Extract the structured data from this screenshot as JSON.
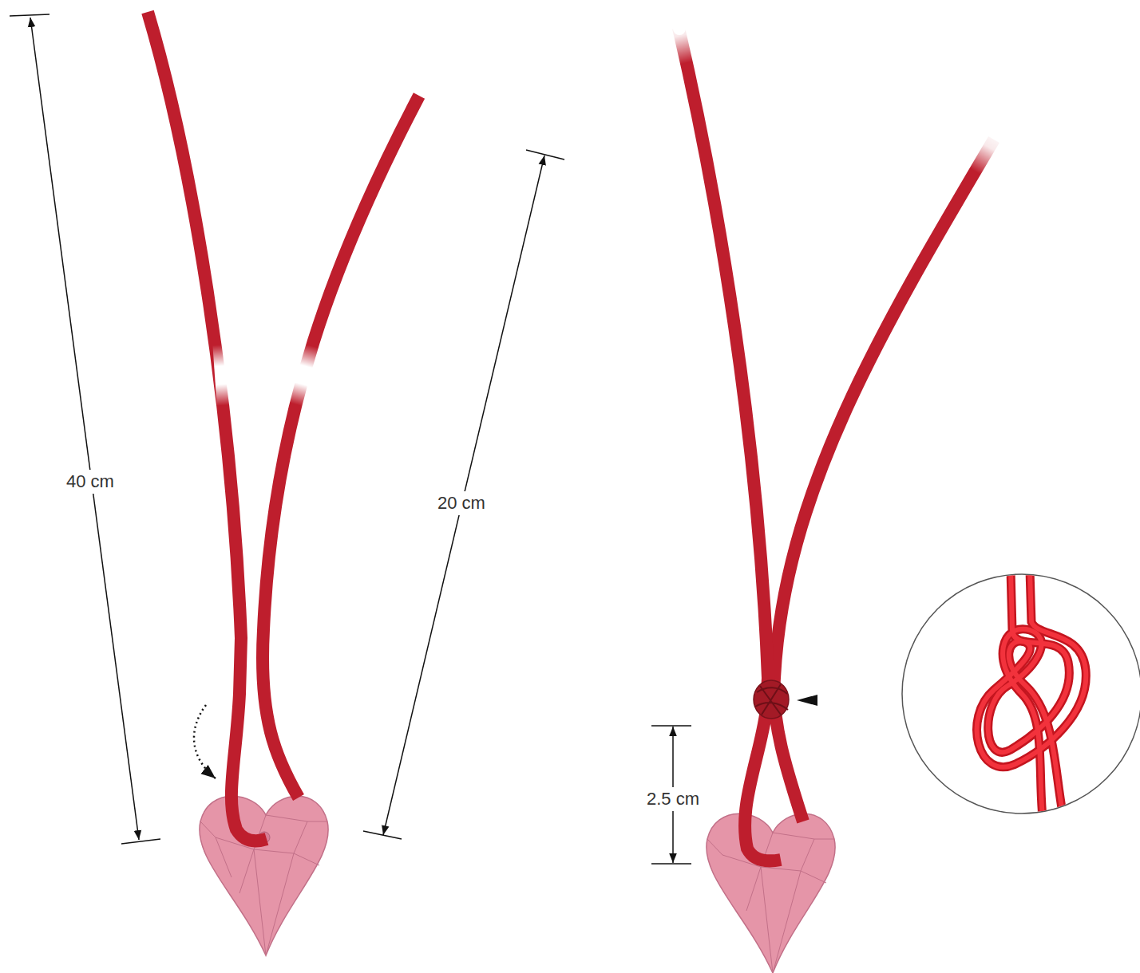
{
  "diagram": {
    "labels": [
      "40 cm",
      "20 cm",
      "2.5 cm"
    ]
  }
}
